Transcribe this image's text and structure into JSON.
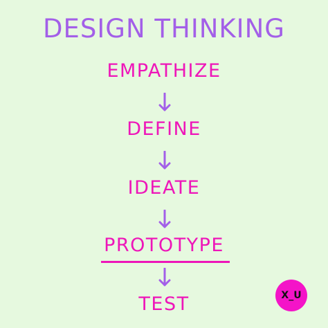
{
  "title": "DESIGN THINKING",
  "steps": [
    "EMPATHIZE",
    "DEFINE",
    "IDEATE",
    "PROTOTYPE",
    "TEST"
  ],
  "highlighted_step": "PROTOTYPE",
  "logo_text": "X_U",
  "colors": {
    "background": "#e6f9df",
    "title": "#a35fe8",
    "steps": "#ee16b9",
    "arrows": "#a35fe8",
    "badge": "#f414c8",
    "badge_text": "#111111"
  },
  "icons": {
    "arrow": "arrow-down-icon"
  }
}
